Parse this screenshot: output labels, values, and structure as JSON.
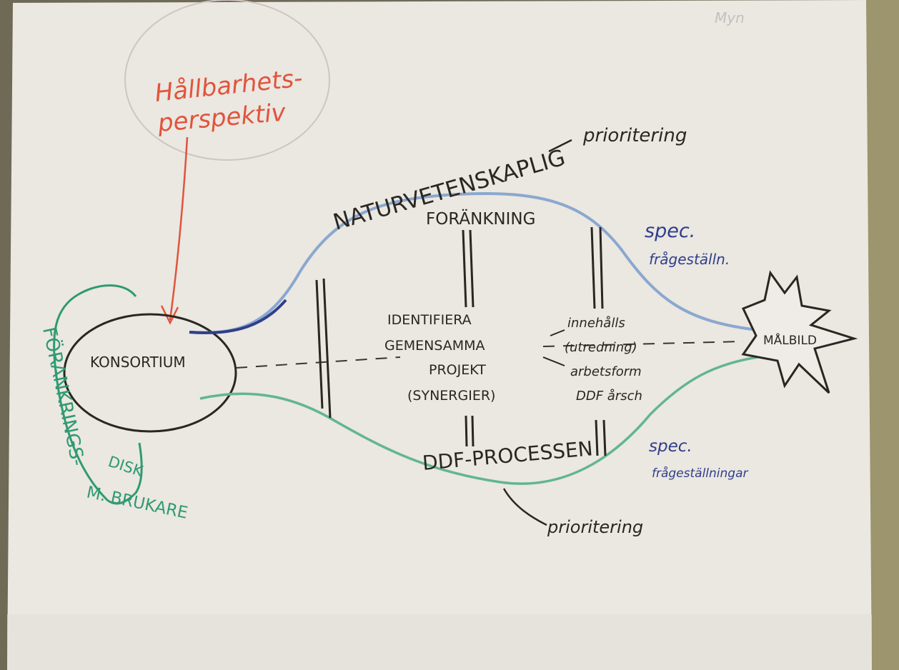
{
  "corner_note": "Myn",
  "hallbarhet": {
    "line1": "Hållbarhets-",
    "line2": "perspektiv"
  },
  "konsortium": "KONSORTIUM",
  "naturvetenskaplig": "NATURVETENSKAPLIG",
  "forankning": "FORÄNKNING",
  "prioritering_top": "prioritering",
  "prioritering_bottom": "prioritering",
  "spec_top": {
    "line1": "spec.",
    "line2": "frågeställn."
  },
  "spec_bottom": {
    "line1": "spec.",
    "line2": "frågeställningar"
  },
  "identifiera": {
    "line1": "IDENTIFIERA",
    "line2": "GEMENSAMMA",
    "line3": "PROJEKT",
    "line4": "(SYNERGIER)"
  },
  "innehall": {
    "line1": "innehålls",
    "line2": "(utredning)",
    "line3": "arbetsform",
    "line4": "DDF årsch"
  },
  "ddf_processen": "DDF-PROCESSEN",
  "malbild": "MÅLBILD",
  "forankring_dialog": {
    "line1": "FÖRANKRINGS-",
    "line2": "DISK",
    "line3": "M. BRUKARE"
  },
  "colors": {
    "paper": "#ebe7e2",
    "wall": "#6f6a56",
    "black": "#2a2622",
    "red": "#e0543c",
    "blue": "#2e3f8a",
    "lightblue": "#7fa1c9",
    "green": "#2f9a72"
  }
}
